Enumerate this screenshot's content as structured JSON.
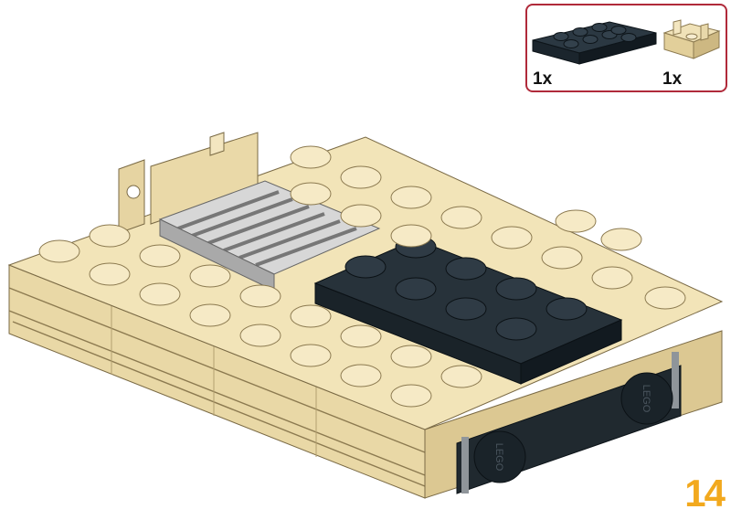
{
  "step": {
    "number": "14"
  },
  "parts_callout": {
    "border_color": "#b02a3a",
    "parts": [
      {
        "name": "plate 2x4",
        "color": "#1e2a33",
        "quantity": "1x"
      },
      {
        "name": "hinge plate with clip",
        "color": "#e6d6a6",
        "quantity": "1x"
      }
    ]
  },
  "model": {
    "base_color": "#ecdcae",
    "grille_color": "#c4c4c4",
    "dark_color": "#1e2a33",
    "stud_logo": "LEGO"
  }
}
